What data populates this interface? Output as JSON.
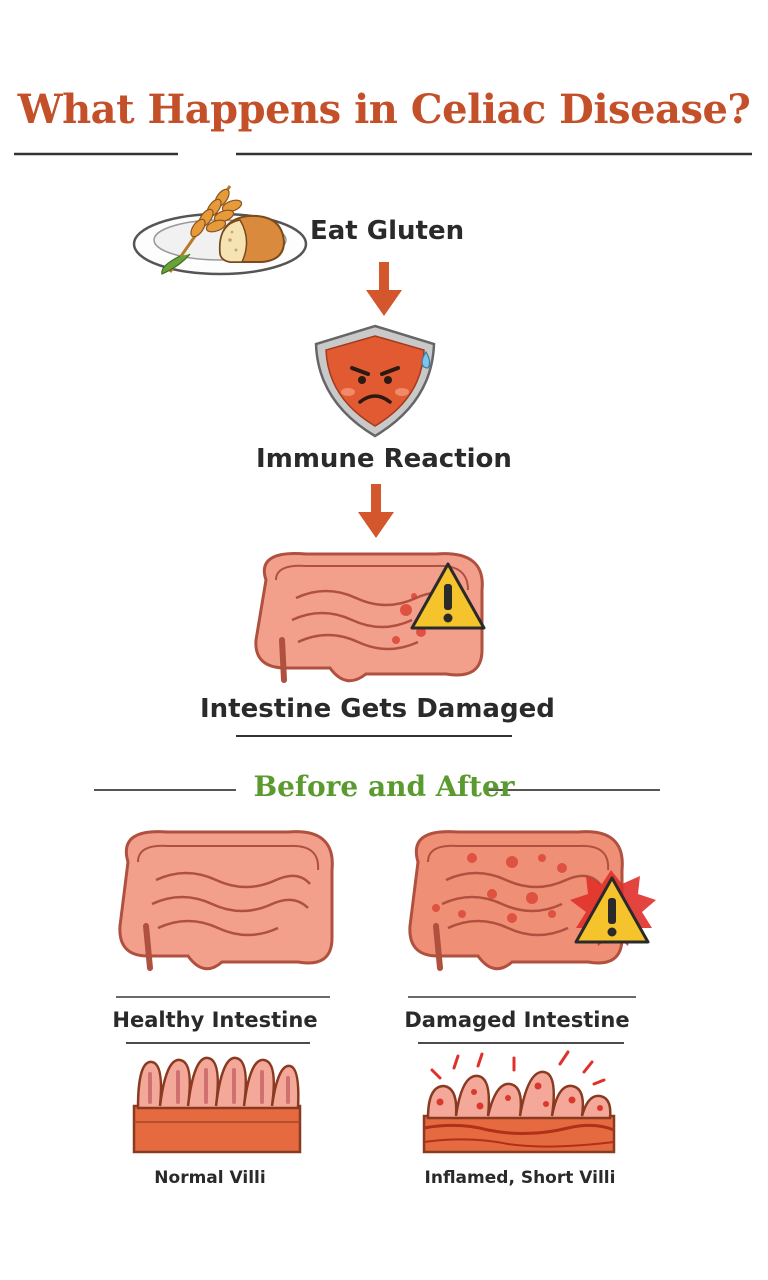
{
  "title": "What Happens in Celiac Disease?",
  "colors": {
    "title": "#c4502a",
    "arrow": "#d4562c",
    "section": "#5a9a2e",
    "intestine": "#f2a08c",
    "intestine_outline": "#b0503f",
    "damage": "#d9382a",
    "warning": "#f5c42c"
  },
  "flow": {
    "step1": "Eat Gluten",
    "step2": "Immune Reaction",
    "step3": "Intestine Gets Damaged"
  },
  "comparison": {
    "heading": "Before and After",
    "healthy_label": "Healthy Intestine",
    "healthy_villi_label": "Normal Villi",
    "damaged_label": "Damaged Intestine",
    "damaged_villi_label": "Inflamed, Short Villi"
  },
  "icons": [
    "wheat-icon",
    "bread-icon",
    "plate-icon",
    "shield-icon",
    "warning-icon",
    "intestine-icon",
    "villi-icon"
  ]
}
